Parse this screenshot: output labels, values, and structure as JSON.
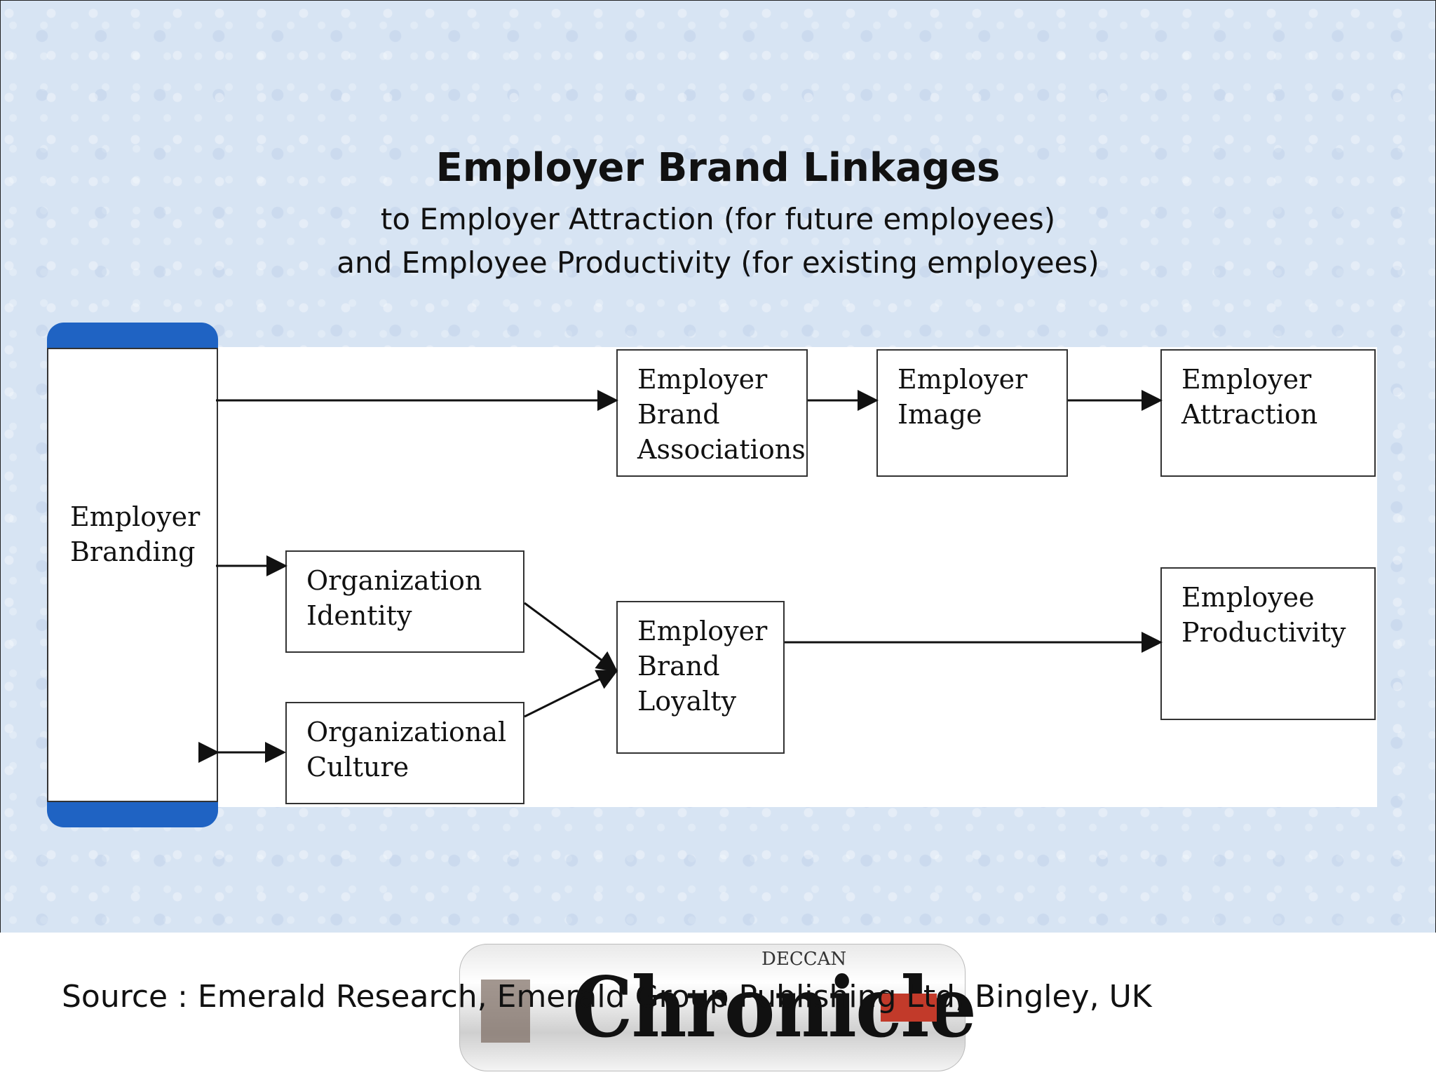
{
  "title": "Employer Brand  Linkages",
  "subtitle_lines": [
    "to Employer Attraction (for future employees)",
    "and Employee Productivity (for existing employees)"
  ],
  "nodes": {
    "employer_branding": [
      "Employer",
      "Branding"
    ],
    "employer_brand_associations": [
      "Employer",
      "Brand",
      "Associations"
    ],
    "employer_image": [
      "Employer",
      "Image"
    ],
    "employer_attraction": [
      "Employer",
      "Attraction"
    ],
    "organization_identity": [
      "Organization",
      "Identity"
    ],
    "organizational_culture": [
      "Organizational",
      "Culture"
    ],
    "employer_brand_loyalty": [
      "Employer",
      "Brand",
      "Loyalty"
    ],
    "employee_productivity": [
      "Employee",
      "Productivity"
    ]
  },
  "footer": {
    "source": "Source : Emerald Research,  Emerald Group Publishing Ltd, Bingley, UK",
    "newspaper_name": "Chronicle",
    "newspaper_tag": "DECCAN"
  },
  "colors": {
    "background": "#d7e4f3",
    "accent_blue": "#1f63c3"
  }
}
